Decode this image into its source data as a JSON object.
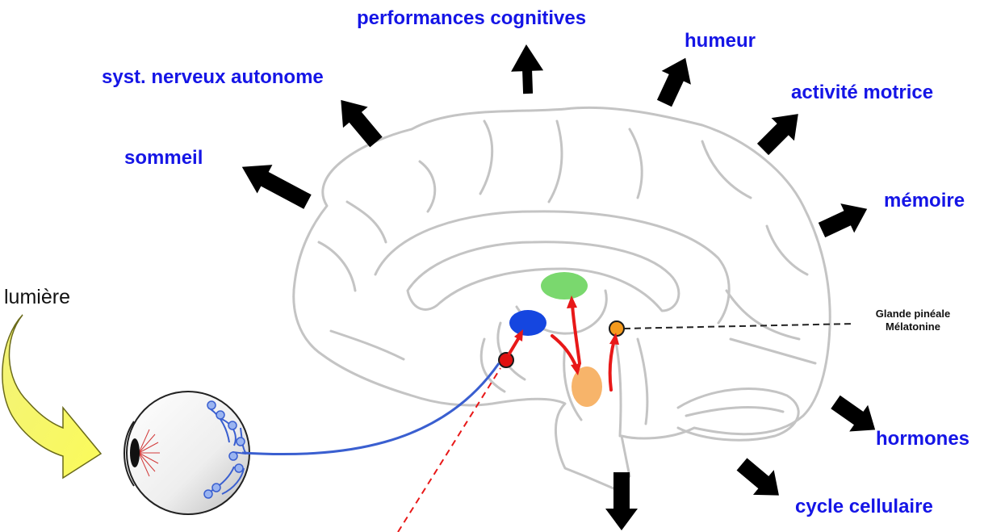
{
  "labels": {
    "performances": "performances cognitives",
    "humeur": "humeur",
    "systeme": "syst. nerveux autonome",
    "activite": "activité motrice",
    "sommeil": "sommeil",
    "memoire": "mémoire",
    "hormones": "hormones",
    "cycle": "cycle cellulaire",
    "lumiere": "lumière",
    "glande": "Glande pinéale",
    "melatonine": "Mélatonine"
  },
  "colors": {
    "label_text": "#1515e6",
    "arrow": "#000000",
    "brain_outline": "#c4c4c4",
    "light_arrow": "#fafa6a",
    "nerve": "#3a5fd0",
    "red_path": "#e81818",
    "blue_nucleus": "#1546e0",
    "green_nucleus": "#7ad86e",
    "orange_nucleus": "#f7b46a",
    "pineal": "#f59a1c",
    "red_dot": "#e01010"
  }
}
